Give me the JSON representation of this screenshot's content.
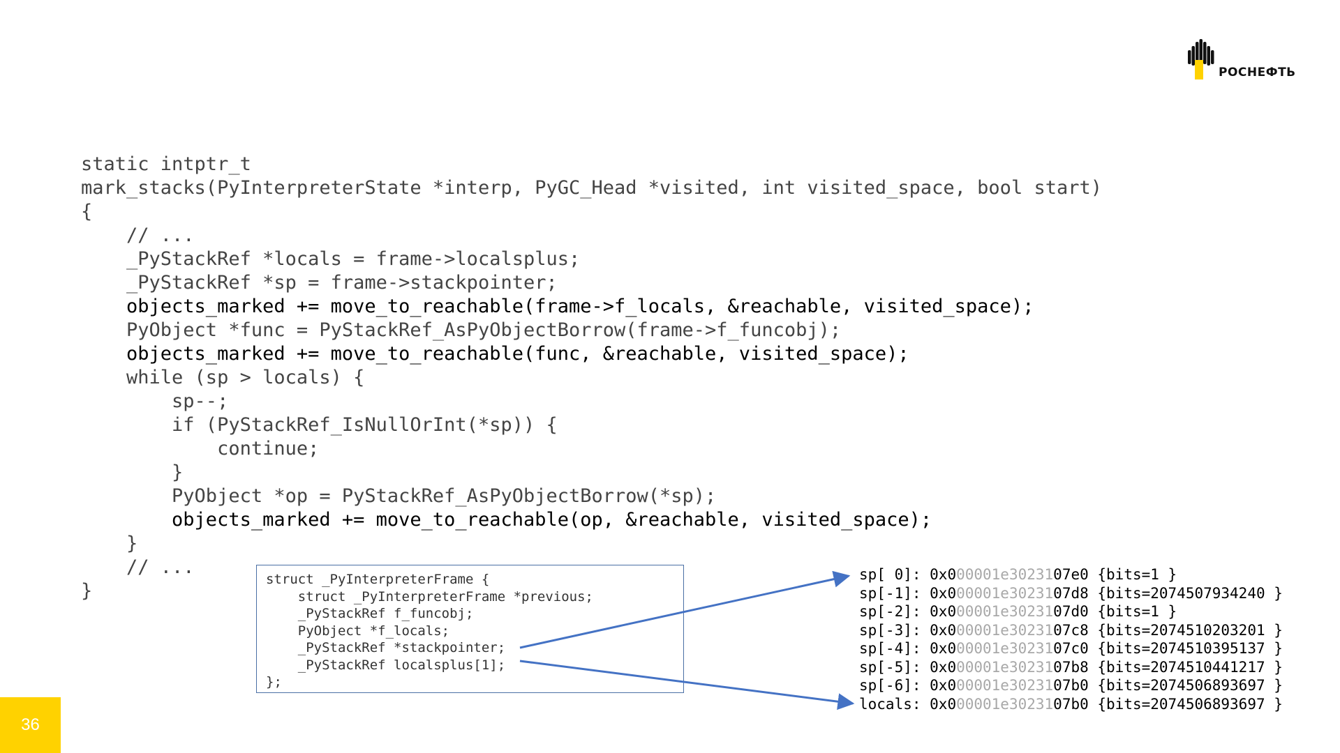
{
  "logo": {
    "text": "РОСНЕФТЬ",
    "icon": "rosneft-logo-icon"
  },
  "page_number": "36",
  "code_lines": [
    {
      "text": "static intptr_t",
      "highlight": false
    },
    {
      "text": "mark_stacks(PyInterpreterState *interp, PyGC_Head *visited, int visited_space, bool start)",
      "highlight": false
    },
    {
      "text": "{",
      "highlight": false
    },
    {
      "text": "    // ...",
      "highlight": false
    },
    {
      "text": "    _PyStackRef *locals = frame->localsplus;",
      "highlight": false
    },
    {
      "text": "    _PyStackRef *sp = frame->stackpointer;",
      "highlight": false
    },
    {
      "text": "    objects_marked += move_to_reachable(frame->f_locals, &reachable, visited_space);",
      "highlight": true
    },
    {
      "text": "    PyObject *func = PyStackRef_AsPyObjectBorrow(frame->f_funcobj);",
      "highlight": false
    },
    {
      "text": "    objects_marked += move_to_reachable(func, &reachable, visited_space);",
      "highlight": true
    },
    {
      "text": "    while (sp > locals) {",
      "highlight": false
    },
    {
      "text": "        sp--;",
      "highlight": false
    },
    {
      "text": "        if (PyStackRef_IsNullOrInt(*sp)) {",
      "highlight": false
    },
    {
      "text": "            continue;",
      "highlight": false
    },
    {
      "text": "        }",
      "highlight": false
    },
    {
      "text": "        PyObject *op = PyStackRef_AsPyObjectBorrow(*sp);",
      "highlight": false
    },
    {
      "text": "        objects_marked += move_to_reachable(op, &reachable, visited_space);",
      "highlight": true
    },
    {
      "text": "    }",
      "highlight": false
    },
    {
      "text": "    // ...",
      "highlight": false
    },
    {
      "text": "}",
      "highlight": false
    }
  ],
  "struct_lines": [
    "struct _PyInterpreterFrame {",
    "    struct _PyInterpreterFrame *previous;",
    "    _PyStackRef f_funcobj;",
    "    PyObject *f_locals;",
    "    _PyStackRef *stackpointer;",
    "    _PyStackRef localsplus[1];",
    "};"
  ],
  "stack_rows": [
    {
      "label": "sp[ 0]: ",
      "addr_prefix": "0x0",
      "addr_dim": "00001e30231",
      "addr_suffix": "07e0",
      "bits": " {bits=1 }"
    },
    {
      "label": "sp[-1]: ",
      "addr_prefix": "0x0",
      "addr_dim": "00001e30231",
      "addr_suffix": "07d8",
      "bits": " {bits=2074507934240 }"
    },
    {
      "label": "sp[-2]: ",
      "addr_prefix": "0x0",
      "addr_dim": "00001e30231",
      "addr_suffix": "07d0",
      "bits": " {bits=1 }"
    },
    {
      "label": "sp[-3]: ",
      "addr_prefix": "0x0",
      "addr_dim": "00001e30231",
      "addr_suffix": "07c8",
      "bits": " {bits=2074510203201 }"
    },
    {
      "label": "sp[-4]: ",
      "addr_prefix": "0x0",
      "addr_dim": "00001e30231",
      "addr_suffix": "07c0",
      "bits": " {bits=2074510395137 }"
    },
    {
      "label": "sp[-5]: ",
      "addr_prefix": "0x0",
      "addr_dim": "00001e30231",
      "addr_suffix": "07b8",
      "bits": " {bits=2074510441217 }"
    },
    {
      "label": "sp[-6]: ",
      "addr_prefix": "0x0",
      "addr_dim": "00001e30231",
      "addr_suffix": "07b0",
      "bits": " {bits=2074506893697 }"
    },
    {
      "label": "locals: ",
      "addr_prefix": "0x0",
      "addr_dim": "00001e30231",
      "addr_suffix": "07b0",
      "bits": " {bits=2074506893697 }"
    }
  ],
  "colors": {
    "accent_yellow": "#ffd200",
    "arrow_blue": "#4472c4",
    "box_border": "#4a6fa5",
    "code_dim": "#444444",
    "code_highlight": "#000000",
    "addr_dim": "#a8a8a8"
  }
}
